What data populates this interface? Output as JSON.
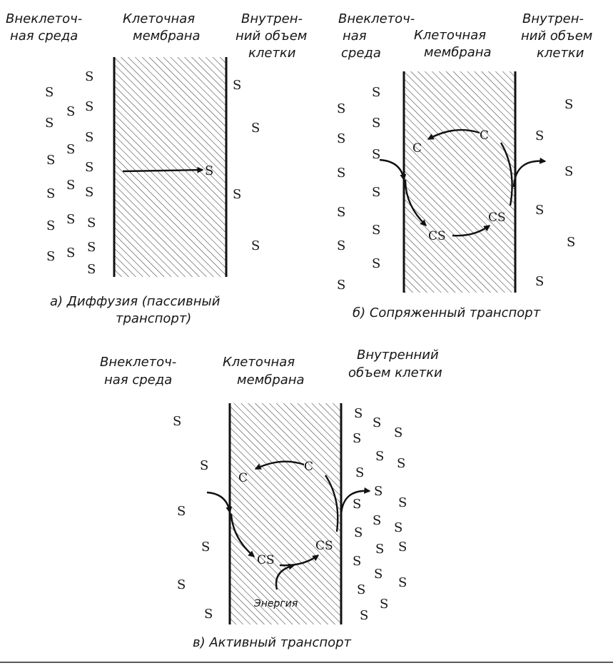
{
  "figure_a": {
    "label_outside": [
      "Внеклеточ-",
      "ная среда"
    ],
    "label_membrane": [
      "Клеточная",
      "мембрана"
    ],
    "label_inside": [
      "Внутрен-",
      "ний объем",
      "клетки"
    ],
    "caption": [
      "а) Диффузия (пассивный",
      "транспорт)"
    ],
    "molecule": "S"
  },
  "figure_b": {
    "label_outside": [
      "Внеклеточ-",
      "ная",
      "среда"
    ],
    "label_membrane": [
      "Клеточная",
      "мембрана"
    ],
    "label_inside": [
      "Внутрен-",
      "ний объем",
      "клетки"
    ],
    "caption": "б) Сопряженный транспорт",
    "molecule": "S",
    "carrier_free": "C",
    "carrier_bound": "CS"
  },
  "figure_c": {
    "label_outside": [
      "Внеклеточ-",
      "ная среда"
    ],
    "label_membrane": [
      "Клеточная",
      "мембрана"
    ],
    "label_inside": [
      "Внутренний",
      "объем клетки"
    ],
    "caption": "в) Активный транспорт",
    "molecule": "S",
    "carrier_free": "C",
    "carrier_bound": "CS",
    "energy": "Энергия"
  }
}
